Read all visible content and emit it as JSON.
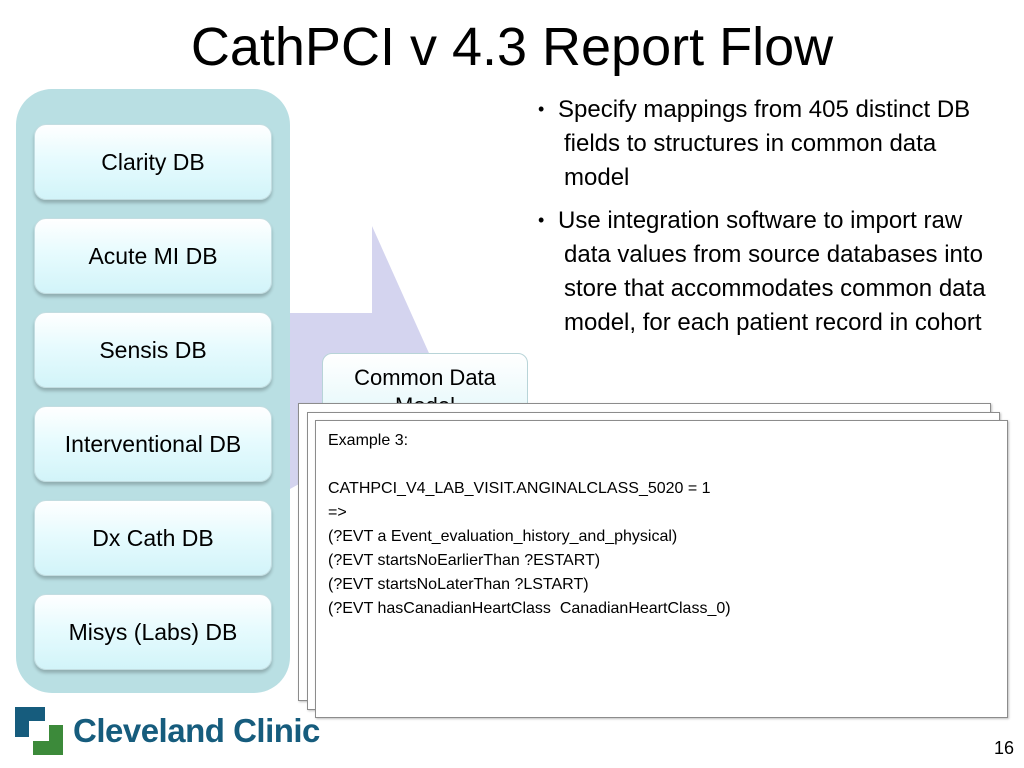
{
  "slide": {
    "title": "CathPCI v 4.3 Report Flow",
    "page_number": "16"
  },
  "databases": [
    {
      "label": "Clarity DB"
    },
    {
      "label": "Acute MI DB"
    },
    {
      "label": "Sensis DB"
    },
    {
      "label": "Interventional DB"
    },
    {
      "label": "Dx Cath DB"
    },
    {
      "label": "Misys (Labs) DB"
    }
  ],
  "common_data_model": {
    "label": "Common Data Model"
  },
  "bullets": [
    "Specify mappings from 405 distinct DB fields to structures in common data model",
    "Use integration software to import raw data values from source databases into store that accommodates common data model, for each patient record in cohort"
  ],
  "example": {
    "text": "Example 3:\n\nCATHPCI_V4_LAB_VISIT.ANGINALCLASS_5020 = 1\n=>\n(?EVT a Event_evaluation_history_and_physical)\n(?EVT startsNoEarlierThan ?ESTART)\n(?EVT startsNoLaterThan ?LSTART)\n(?EVT hasCanadianHeartClass  CanadianHeartClass_0)"
  },
  "logo": {
    "text": "Cleveland Clinic"
  },
  "colors": {
    "panel": "#b9dfe3",
    "arrow": "#d4d4ef",
    "logo_blue": "#165c7d",
    "logo_green": "#3c8a3a"
  }
}
